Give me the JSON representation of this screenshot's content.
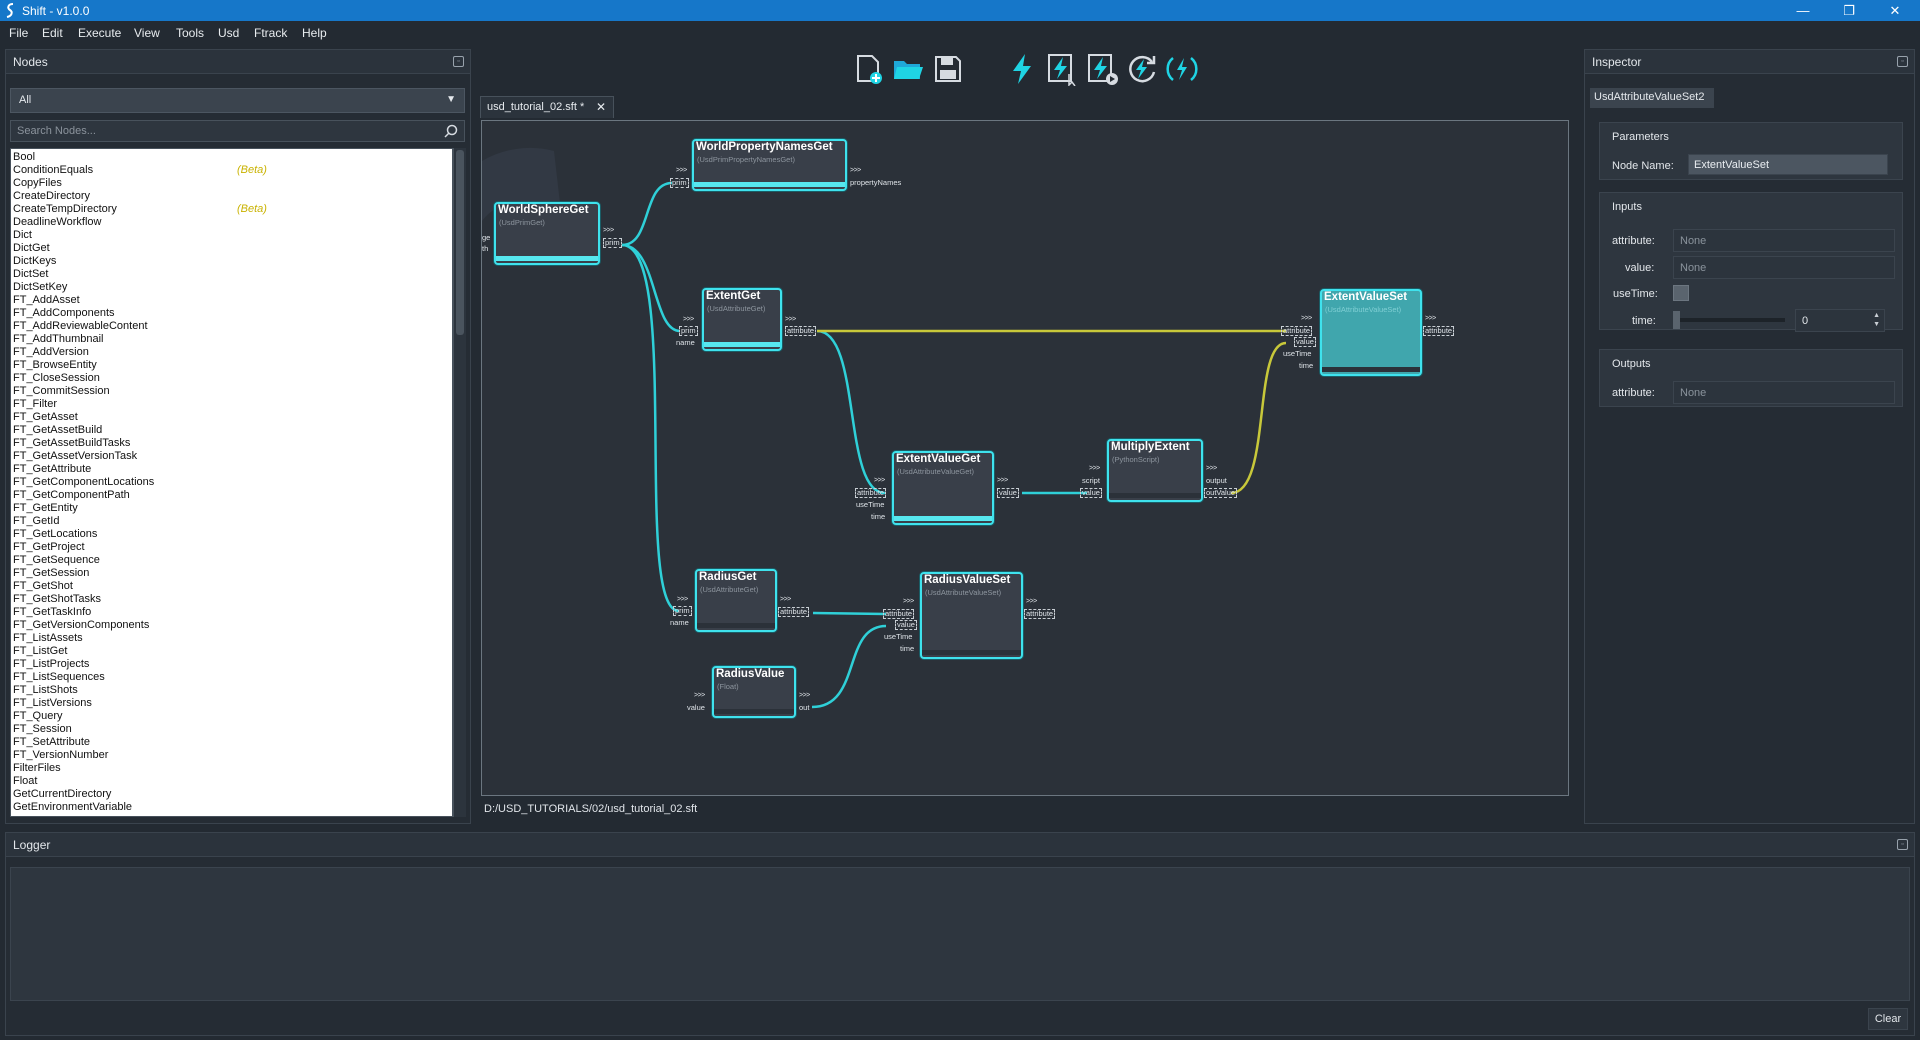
{
  "window": {
    "title": "Shift - v1.0.0",
    "minimize": "—",
    "restore": "❐",
    "close": "✕"
  },
  "menu": [
    "File",
    "Edit",
    "Execute",
    "View",
    "Tools",
    "Usd",
    "Ftrack",
    "Help"
  ],
  "nodes_panel": {
    "title": "Nodes",
    "filter": "All",
    "search_placeholder": "Search Nodes...",
    "items": [
      {
        "name": "Bool",
        "tag": ""
      },
      {
        "name": "ConditionEquals",
        "tag": "(Beta)"
      },
      {
        "name": "CopyFiles",
        "tag": ""
      },
      {
        "name": "CreateDirectory",
        "tag": ""
      },
      {
        "name": "CreateTempDirectory",
        "tag": "(Beta)"
      },
      {
        "name": "DeadlineWorkflow",
        "tag": ""
      },
      {
        "name": "Dict",
        "tag": ""
      },
      {
        "name": "DictGet",
        "tag": ""
      },
      {
        "name": "DictKeys",
        "tag": ""
      },
      {
        "name": "DictSet",
        "tag": ""
      },
      {
        "name": "DictSetKey",
        "tag": ""
      },
      {
        "name": "FT_AddAsset",
        "tag": ""
      },
      {
        "name": "FT_AddComponents",
        "tag": ""
      },
      {
        "name": "FT_AddReviewableContent",
        "tag": ""
      },
      {
        "name": "FT_AddThumbnail",
        "tag": ""
      },
      {
        "name": "FT_AddVersion",
        "tag": ""
      },
      {
        "name": "FT_BrowseEntity",
        "tag": ""
      },
      {
        "name": "FT_CloseSession",
        "tag": ""
      },
      {
        "name": "FT_CommitSession",
        "tag": ""
      },
      {
        "name": "FT_Filter",
        "tag": ""
      },
      {
        "name": "FT_GetAsset",
        "tag": ""
      },
      {
        "name": "FT_GetAssetBuild",
        "tag": ""
      },
      {
        "name": "FT_GetAssetBuildTasks",
        "tag": ""
      },
      {
        "name": "FT_GetAssetVersionTask",
        "tag": ""
      },
      {
        "name": "FT_GetAttribute",
        "tag": ""
      },
      {
        "name": "FT_GetComponentLocations",
        "tag": ""
      },
      {
        "name": "FT_GetComponentPath",
        "tag": ""
      },
      {
        "name": "FT_GetEntity",
        "tag": ""
      },
      {
        "name": "FT_GetId",
        "tag": ""
      },
      {
        "name": "FT_GetLocations",
        "tag": ""
      },
      {
        "name": "FT_GetProject",
        "tag": ""
      },
      {
        "name": "FT_GetSequence",
        "tag": ""
      },
      {
        "name": "FT_GetSession",
        "tag": ""
      },
      {
        "name": "FT_GetShot",
        "tag": ""
      },
      {
        "name": "FT_GetShotTasks",
        "tag": ""
      },
      {
        "name": "FT_GetTaskInfo",
        "tag": ""
      },
      {
        "name": "FT_GetVersionComponents",
        "tag": ""
      },
      {
        "name": "FT_ListAssets",
        "tag": ""
      },
      {
        "name": "FT_ListGet",
        "tag": ""
      },
      {
        "name": "FT_ListProjects",
        "tag": ""
      },
      {
        "name": "FT_ListSequences",
        "tag": ""
      },
      {
        "name": "FT_ListShots",
        "tag": ""
      },
      {
        "name": "FT_ListVersions",
        "tag": ""
      },
      {
        "name": "FT_Query",
        "tag": ""
      },
      {
        "name": "FT_Session",
        "tag": ""
      },
      {
        "name": "FT_SetAttribute",
        "tag": ""
      },
      {
        "name": "FT_VersionNumber",
        "tag": ""
      },
      {
        "name": "FilterFiles",
        "tag": ""
      },
      {
        "name": "Float",
        "tag": ""
      },
      {
        "name": "GetCurrentDirectory",
        "tag": ""
      },
      {
        "name": "GetEnvironmentVariable",
        "tag": ""
      }
    ]
  },
  "toolbar": {
    "icons": [
      "new-file-icon",
      "open-folder-icon",
      "save-icon",
      "execute-icon",
      "execute-selected-icon",
      "execute-step-icon",
      "reload-icon",
      "live-mode-icon"
    ],
    "accent": "#1fd4e4"
  },
  "graph": {
    "tab_label": "usd_tutorial_02.sft *",
    "tab_close": "✕",
    "file_path": "D:/USD_TUTORIALS/02/usd_tutorial_02.sft",
    "node_color": "#3fe2ed",
    "link_color": "#2fd0d8",
    "link_selected_color": "#c8c83a",
    "arrows": ">>>",
    "nodes": {
      "worldSphereGet": {
        "name": "WorldSphereGet",
        "type": "(UsdPrimGet)",
        "in_ports": [
          "ge",
          "th"
        ],
        "out_ports": [
          "prim"
        ]
      },
      "worldPropertyNamesGet": {
        "name": "WorldPropertyNamesGet",
        "type": "(UsdPrimPropertyNamesGet)",
        "in_ports": [
          "prim"
        ],
        "out_ports": [
          "propertyNames"
        ]
      },
      "extentGet": {
        "name": "ExtentGet",
        "type": "(UsdAttributeGet)",
        "in_ports": [
          "prim",
          "name"
        ],
        "out_ports": [
          "attribute"
        ]
      },
      "extentValueGet": {
        "name": "ExtentValueGet",
        "type": "(UsdAttributeValueGet)",
        "in_ports": [
          "attribute",
          "useTime",
          "time"
        ],
        "out_ports": [
          "value"
        ]
      },
      "multiplyExtent": {
        "name": "MultiplyExtent",
        "type": "(PythonScript)",
        "in_ports": [
          "script",
          "value"
        ],
        "out_ports": [
          "output",
          "outValue"
        ]
      },
      "extentValueSet": {
        "name": "ExtentValueSet",
        "type": "(UsdAttributeValueSet)",
        "in_ports": [
          "attribute",
          "value",
          "useTime",
          "time"
        ],
        "out_ports": [
          "attribute"
        ]
      },
      "radiusGet": {
        "name": "RadiusGet",
        "type": "(UsdAttributeGet)",
        "in_ports": [
          "prim",
          "name"
        ],
        "out_ports": [
          "attribute"
        ]
      },
      "radiusValueSet": {
        "name": "RadiusValueSet",
        "type": "(UsdAttributeValueSet)",
        "in_ports": [
          "attribute",
          "value",
          "useTime",
          "time"
        ],
        "out_ports": [
          "attribute"
        ]
      },
      "radiusValue": {
        "name": "RadiusValue",
        "type": "(Float)",
        "in_ports": [
          "value"
        ],
        "out_ports": [
          "out"
        ]
      }
    }
  },
  "inspector": {
    "title": "Inspector",
    "node_label": "UsdAttributeValueSet2",
    "parameters_title": "Parameters",
    "node_name_label": "Node Name:",
    "node_name_value": "ExtentValueSet",
    "inputs_title": "Inputs",
    "attribute_label": "attribute:",
    "attribute_value": "None",
    "value_label": "value:",
    "value_value": "None",
    "use_time_label": "useTime:",
    "time_label": "time:",
    "time_value": "0",
    "outputs_title": "Outputs",
    "out_attribute_label": "attribute:",
    "out_attribute_value": "None"
  },
  "logger": {
    "title": "Logger",
    "clear_label": "Clear"
  }
}
